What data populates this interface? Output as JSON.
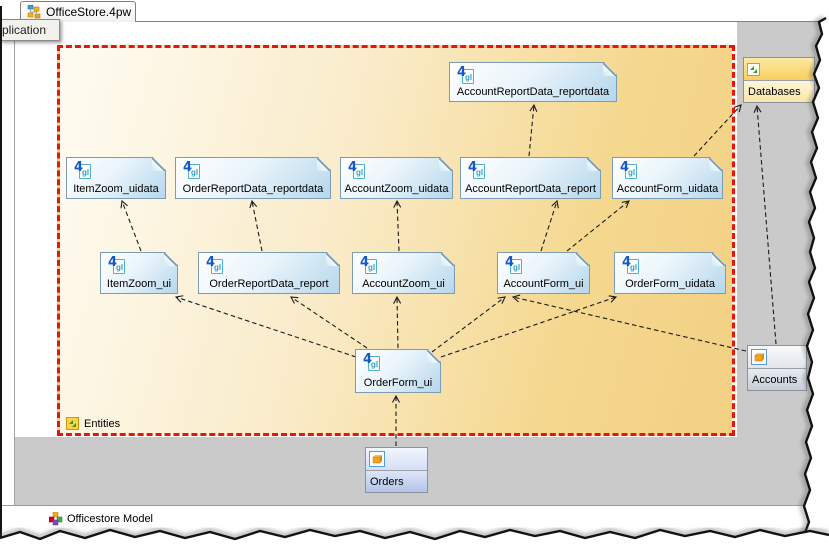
{
  "tab_bar": {
    "active_tab": "OfficeStore.4pw",
    "partial_tab": "plication"
  },
  "fgl_icon": {
    "num": "4",
    "sub": "gl"
  },
  "diagram": {
    "group_label": "Entities",
    "footer_label": "Officestore Model",
    "modules": [
      {
        "id": "AccountReportData_reportdata",
        "label": "AccountReportData_reportdata"
      },
      {
        "id": "ItemZoom_uidata",
        "label": "ItemZoom_uidata"
      },
      {
        "id": "OrderReportData_reportdata",
        "label": "OrderReportData_reportdata"
      },
      {
        "id": "AccountZoom_uidata",
        "label": "AccountZoom_uidata"
      },
      {
        "id": "AccountReportData_report",
        "label": "AccountReportData_report"
      },
      {
        "id": "AccountForm_uidata",
        "label": "AccountForm_uidata"
      },
      {
        "id": "ItemZoom_ui",
        "label": "ItemZoom_ui"
      },
      {
        "id": "OrderReportData_report",
        "label": "OrderReportData_report"
      },
      {
        "id": "AccountZoom_ui",
        "label": "AccountZoom_ui"
      },
      {
        "id": "AccountForm_ui",
        "label": "AccountForm_ui"
      },
      {
        "id": "OrderForm_uidata",
        "label": "OrderForm_uidata"
      },
      {
        "id": "OrderForm_ui",
        "label": "OrderForm_ui"
      }
    ],
    "entities": [
      {
        "id": "Databases",
        "label": "Databases"
      },
      {
        "id": "Accounts",
        "label": "Accounts"
      },
      {
        "id": "Orders",
        "label": "Orders"
      }
    ],
    "connections": [
      {
        "from": "ItemZoom_ui",
        "to": "ItemZoom_uidata"
      },
      {
        "from": "OrderReportData_report",
        "to": "OrderReportData_reportdata"
      },
      {
        "from": "AccountZoom_ui",
        "to": "AccountZoom_uidata"
      },
      {
        "from": "AccountForm_ui",
        "to": "AccountReportData_report"
      },
      {
        "from": "AccountForm_ui",
        "to": "AccountForm_uidata"
      },
      {
        "from": "AccountReportData_report",
        "to": "AccountReportData_reportdata"
      },
      {
        "from": "AccountForm_uidata",
        "to": "Databases"
      },
      {
        "from": "Accounts",
        "to": "Databases"
      },
      {
        "from": "Accounts",
        "to": "AccountForm_ui"
      },
      {
        "from": "OrderForm_ui",
        "to": "ItemZoom_ui"
      },
      {
        "from": "OrderForm_ui",
        "to": "OrderReportData_report"
      },
      {
        "from": "OrderForm_ui",
        "to": "AccountZoom_ui"
      },
      {
        "from": "OrderForm_ui",
        "to": "AccountForm_ui"
      },
      {
        "from": "OrderForm_ui",
        "to": "OrderForm_uidata"
      },
      {
        "from": "Orders",
        "to": "OrderForm_ui"
      }
    ],
    "colors": {
      "group_border": "#ea150a",
      "group_fill_end": "#f2d083",
      "module_fill": "#b6d7ec",
      "connector": "#1a1a1a"
    }
  }
}
